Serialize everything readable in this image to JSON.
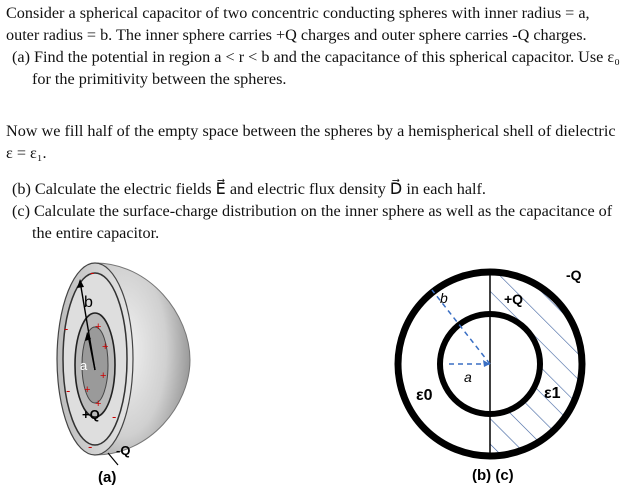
{
  "problem": {
    "intro": "Consider a spherical capacitor of two concentric conducting spheres with inner radius = a, outer radius = b. The inner sphere carries +Q charges and outer sphere carries -Q charges.",
    "part_a": "(a) Find the potential in region a < r < b and the capacitance of this spherical capacitor. Use ε₀ for the primitivity between the spheres.",
    "fill": "Now we fill half of the empty space between the spheres by a hemispherical shell of dielectric ε = ε₁.",
    "part_b": "(b) Calculate the electric fields E⃗ and electric flux density D⃗ in each half.",
    "part_c": "(c) Calculate the surface-charge distribution on the inner sphere as well as the capacitance of the entire capacitor."
  },
  "figure_left": {
    "label_b": "b",
    "label_a": "a",
    "label_plus_q": "+Q",
    "label_minus_q": "-Q",
    "plus_sign": "+",
    "minus_sign": "-",
    "caption": "(a)"
  },
  "figure_right": {
    "label_minus_q": "-Q",
    "label_plus_q": "+Q",
    "label_b": "b",
    "label_a": "a",
    "label_eps0": "ε0",
    "label_eps1": "ε1",
    "caption": "(b) (c)"
  }
}
